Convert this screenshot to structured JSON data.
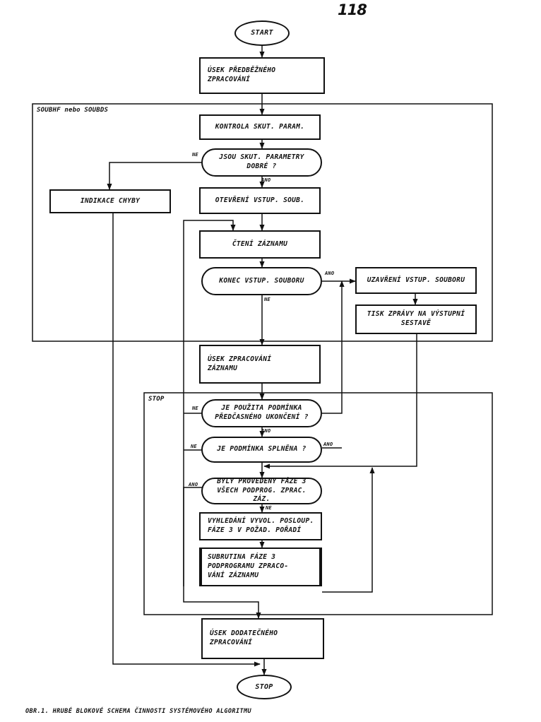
{
  "page_number": "118",
  "regions": {
    "souhrn": "SOUBHF nebo SOUBDS",
    "stop": "STOP"
  },
  "nodes": {
    "start": "START",
    "predbezne": "ÚSEK PŘEDBĚŽNÉHO\nZPRACOVÁNÍ",
    "kontrola": "KONTROLA SKUT. PARAM.",
    "jsou_parametry": "JSOU SKUT. PARAMETRY\nDOBRÉ ?",
    "indikace": "INDIKACE CHYBY",
    "otevreni": "OTEVŘENÍ VSTUP. SOUB.",
    "cteni": "ČTENÍ ZÁZNAMU",
    "konec": "KONEC VSTUP. SOUBORU",
    "uzavreni": "UZAVŘENÍ VSTUP. SOUBORU",
    "tisk": "TISK ZPRÁVY NA VÝSTUPNÍ\nSESTAVĚ",
    "zpracovani": "ÚSEK ZPRACOVÁNÍ\nZÁZNAMU",
    "je_pouzita": "JE POUŽITA PODMÍNKA\nPŘEDČASNÉHO UKONČENÍ ?",
    "je_podminka": "JE PODMÍNKA SPLNĚNA ?",
    "byly": "BYLY PROVEDENY FÁZE 3\nVŠECH PODPROG. ZPRAC. ZÁZ.",
    "vyhledani": "VYHLEDÁNÍ VYVOL. POSLOUP.\nFÁZE 3 V POŽAD. POŘADÍ",
    "subrutina": "SUBRUTINA FÁZE 3\nPODPROGRAMU ZPRACO-\nVÁNÍ ZÁZNAMU",
    "dodatecne": "ÚSEK DODATEČNÉHO\nZPRACOVÁNÍ",
    "stop": "STOP"
  },
  "labels": {
    "ne_param": "NE",
    "ano_param": "ANO",
    "ano_konec": "ANO",
    "ne_konec": "NE",
    "ne_pouzita": "NE",
    "ano_pouzita": "ANO",
    "ne_podminka": "NE",
    "ano_podminka": "ANO",
    "ano_byly": "ANO",
    "ne_byly": "NE"
  },
  "caption": "OBR.1. HRUBÉ BLOKOVÉ SCHEMA ČINNOSTI SYSTÉMOVÉHO ALGORITMU"
}
